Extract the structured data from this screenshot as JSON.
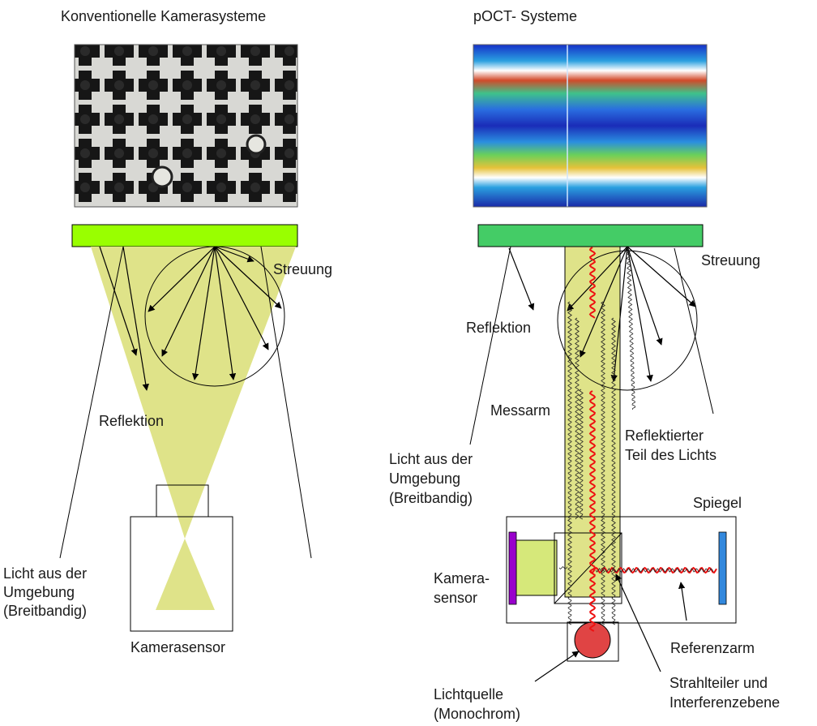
{
  "left_panel": {
    "title": "Konventionelle Kamerasysteme",
    "image_alt": "Kamerabild einer Lochblech-Oberfläche",
    "label_streuung": "Streuung",
    "label_reflektion": "Reflektion",
    "label_licht": [
      "Licht aus der",
      "Umgebung",
      "(Breitbandig)"
    ],
    "label_kamerasensor": "Kamerasensor"
  },
  "right_panel": {
    "title": "pOCT- Systeme",
    "image_alt": "pOCT Falschfarben-Tiefenbild",
    "label_streuung": "Streuung",
    "label_reflektion": "Reflektion",
    "label_messarm": "Messarm",
    "label_reflektierter": [
      "Reflektierter",
      "Teil des Lichts"
    ],
    "label_licht": [
      "Licht aus der",
      "Umgebung",
      "(Breitbandig)"
    ],
    "label_spiegel": "Spiegel",
    "label_kamerasensor": [
      "Kamera-",
      "sensor"
    ],
    "label_referenzarm": "Referenzarm",
    "label_strahlteiler": [
      "Strahlteiler und",
      "Interferenzebene"
    ],
    "label_lichtquelle": [
      "Lichtquelle",
      "(Monochrom)"
    ]
  },
  "colors": {
    "left_surface": "#99ff00",
    "right_surface": "#44cc66",
    "beam": "#dfe389",
    "camera_block": "#d6e87a",
    "sensor_bar": "#9900cc",
    "mirror_bar": "#3388dd",
    "light_source": "#e04444",
    "wave_red": "#ee1111"
  }
}
